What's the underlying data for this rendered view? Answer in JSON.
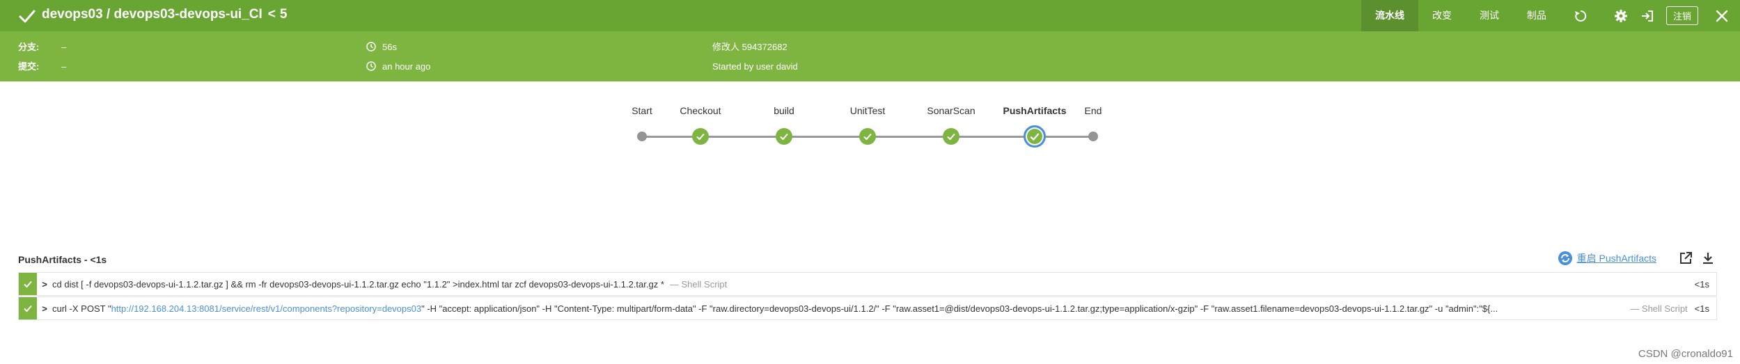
{
  "header": {
    "project": "devops03 / devops03-devops-ui_CI",
    "run_number": "5",
    "tabs": [
      "流水线",
      "改变",
      "测试",
      "制品"
    ],
    "logout_label": "注销"
  },
  "meta": {
    "branch_label": "分支:",
    "branch_value": "–",
    "commit_label": "提交:",
    "commit_value": "–",
    "duration": "56s",
    "time_ago": "an hour ago",
    "changes_by": "修改人 594372682",
    "started_by": "Started by user david"
  },
  "pipeline": {
    "stages": [
      {
        "label": "Start",
        "status": "dot"
      },
      {
        "label": "Checkout",
        "status": "ok"
      },
      {
        "label": "build",
        "status": "ok"
      },
      {
        "label": "UnitTest",
        "status": "ok"
      },
      {
        "label": "SonarScan",
        "status": "ok"
      },
      {
        "label": "PushArtifacts",
        "status": "selected"
      },
      {
        "label": "End",
        "status": "dot"
      }
    ]
  },
  "steps_panel": {
    "stage_name": "PushArtifacts",
    "stage_duration": " - <1s",
    "restart_label": "重启 PushArtifacts",
    "steps": [
      {
        "command": "cd dist [ -f devops03-devops-ui-1.1.2.tar.gz ] && rm -fr devops03-devops-ui-1.1.2.tar.gz echo \"1.1.2\" >index.html tar zcf devops03-devops-ui-1.1.2.tar.gz *",
        "type": "— Shell Script",
        "duration": "<1s"
      },
      {
        "command_prefix": "curl -X POST \"",
        "url": "http://192.168.204.13:8081/service/rest/v1/components?repository=devops03",
        "command_suffix": "\" -H \"accept: application/json\" -H \"Content-Type: multipart/form-data\" -F \"raw.directory=devops03-devops-ui/1.1.2/\" -F \"raw.asset1=@dist/devops03-devops-ui-1.1.2.tar.gz;type=application/x-gzip\" -F \"raw.asset1.filename=devops03-devops-ui-1.1.2.tar.gz\" -u \"admin\":\"${...",
        "type": "— Shell Script",
        "duration": "<1s"
      }
    ]
  },
  "watermark": "CSDN @cronaldo91",
  "colors": {
    "header": "#69a533",
    "meta": "#7db540",
    "success": "#7db540",
    "selected_ring": "#4a90d9",
    "link": "#4a90d9"
  },
  "icons": {
    "status": "check-icon",
    "replay": "replay-icon",
    "settings": "gear-icon",
    "exit": "sign-in-icon",
    "close": "close-icon",
    "clock": "clock-icon",
    "restart": "restart-icon",
    "open": "external-link-icon",
    "download": "download-icon"
  }
}
